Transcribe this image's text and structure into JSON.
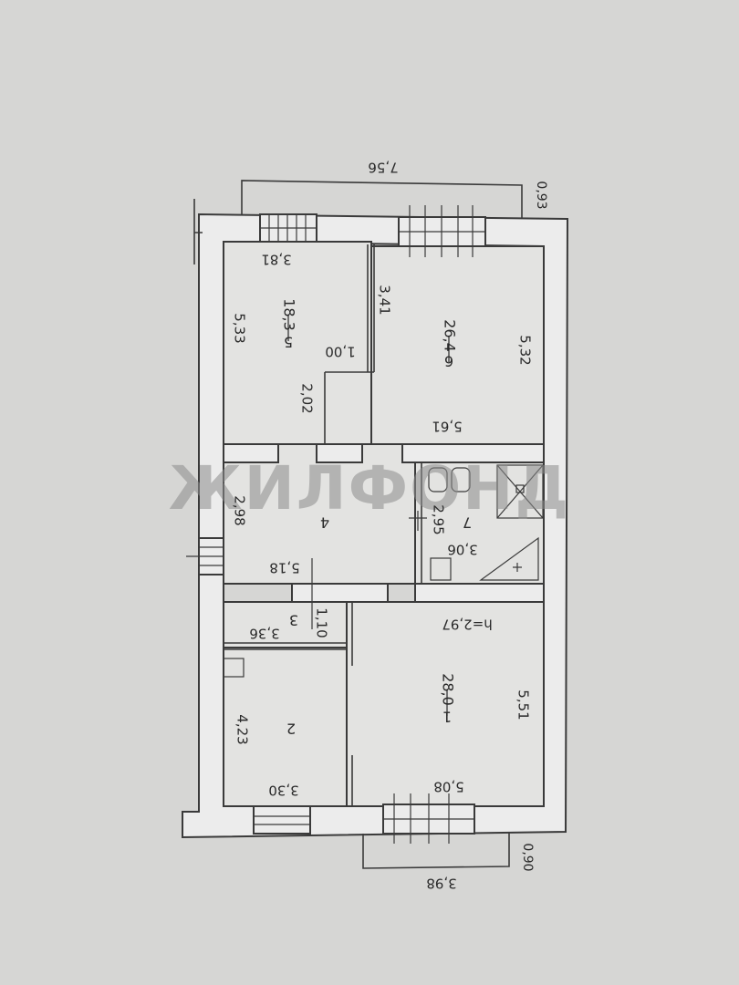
{
  "plan": {
    "watermark": "ЖИЛФОНД",
    "height_note": "h=2,97",
    "outer_dims": {
      "top_width": "7,56",
      "top_balcony": "0,93",
      "bottom_width": "3,98",
      "bottom_balcony": "0,90"
    },
    "rooms": [
      {
        "id": "1",
        "number": "1",
        "area": "28,0",
        "dims": [
          "5,51",
          "5,08"
        ]
      },
      {
        "id": "2",
        "number": "2",
        "area": "",
        "dims": [
          "4,23",
          "3,30"
        ]
      },
      {
        "id": "3",
        "number": "3",
        "area": "",
        "dims": [
          "3,36",
          "1,10"
        ]
      },
      {
        "id": "4",
        "number": "4",
        "area": "",
        "dims": [
          "2,98",
          "5,18"
        ]
      },
      {
        "id": "5",
        "number": "5",
        "area": "18,3",
        "dims": [
          "5,33",
          "3,81"
        ]
      },
      {
        "id": "6",
        "number": "6",
        "area": "26,4",
        "dims": [
          "5,32",
          "5,61"
        ]
      },
      {
        "id": "7",
        "number": "7",
        "area": "",
        "dims": [
          "2,95",
          "3,06"
        ]
      }
    ],
    "extra_dims": [
      "3,41",
      "1,00",
      "2,02"
    ]
  },
  "colors": {
    "paper": "#d6d6d4",
    "ink": "#2a2a2a",
    "watermark": "#8c8c8c"
  }
}
